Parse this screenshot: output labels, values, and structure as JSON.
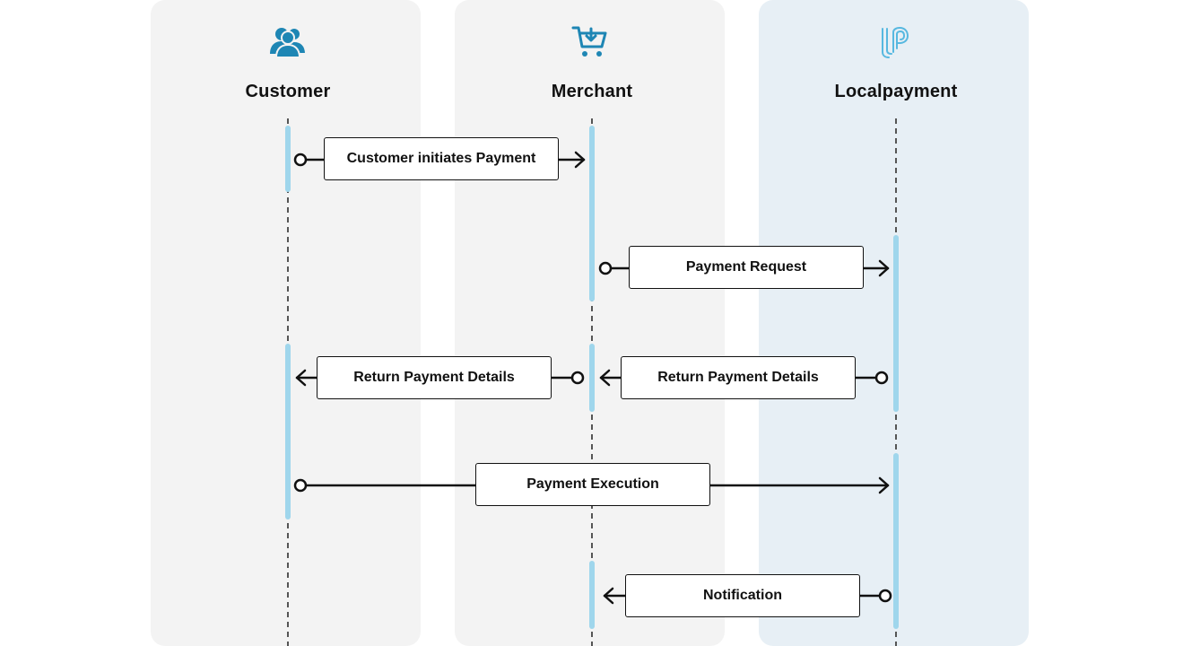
{
  "actors": [
    {
      "name": "Customer",
      "icon": "users-icon"
    },
    {
      "name": "Merchant",
      "icon": "shopping-cart-icon"
    },
    {
      "name": "Localpayment",
      "icon": "localpayment-logo-icon"
    }
  ],
  "messages": [
    {
      "label": "Customer initiates Payment",
      "from": "Customer",
      "to": "Merchant"
    },
    {
      "label": "Payment Request",
      "from": "Merchant",
      "to": "Localpayment"
    },
    {
      "label": "Return Payment Details",
      "from": "Merchant",
      "to": "Customer"
    },
    {
      "label": "Return Payment Details",
      "from": "Localpayment",
      "to": "Merchant"
    },
    {
      "label": "Payment Execution",
      "from": "Customer",
      "to": "Localpayment"
    },
    {
      "label": "Notification",
      "from": "Localpayment",
      "to": "Merchant"
    }
  ],
  "colors": {
    "lane_bg": "#f3f3f3",
    "lane_highlight_bg": "#e7eff5",
    "activation_bar": "#9fd6ec",
    "icon_blue": "#1e86b4",
    "logo_blue": "#57b8e0"
  }
}
